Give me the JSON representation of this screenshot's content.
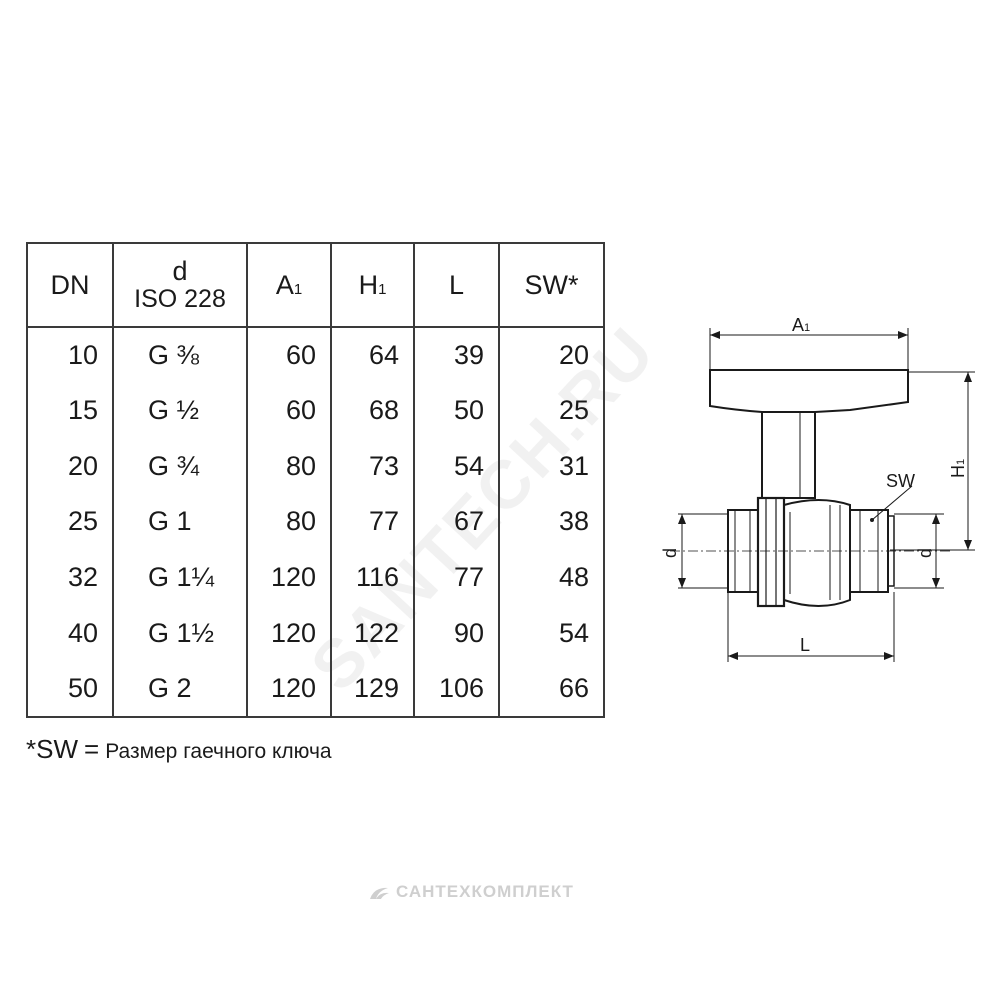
{
  "table": {
    "headers": {
      "dn": "DN",
      "d_top": "d",
      "d_bottom": "ISO 228",
      "a1_main": "A",
      "a1_sub": "1",
      "h1_main": "H",
      "h1_sub": "1",
      "l": "L",
      "sw": "SW*"
    },
    "rows": [
      {
        "dn": "10",
        "d": "G ⅜",
        "a1": "60",
        "h1": "64",
        "l": "39",
        "sw": "20"
      },
      {
        "dn": "15",
        "d": "G ½",
        "a1": "60",
        "h1": "68",
        "l": "50",
        "sw": "25"
      },
      {
        "dn": "20",
        "d": "G ¾",
        "a1": "80",
        "h1": "73",
        "l": "54",
        "sw": "31"
      },
      {
        "dn": "25",
        "d": "G 1",
        "a1": "80",
        "h1": "77",
        "l": "67",
        "sw": "38"
      },
      {
        "dn": "32",
        "d": "G 1¼",
        "a1": "120",
        "h1": "116",
        "l": "77",
        "sw": "48"
      },
      {
        "dn": "40",
        "d": "G 1½",
        "a1": "120",
        "h1": "122",
        "l": "90",
        "sw": "54"
      },
      {
        "dn": "50",
        "d": "G 2",
        "a1": "120",
        "h1": "129",
        "l": "106",
        "sw": "66"
      }
    ]
  },
  "footnote": {
    "key": "*SW",
    "equals": "=",
    "text": "Размер гаечного ключа"
  },
  "diagram": {
    "a1_main": "A",
    "a1_sub": "1",
    "h1_main": "H",
    "h1_sub": "1",
    "sw": "SW",
    "d_left": "d",
    "d_right": "d",
    "l": "L"
  },
  "watermark": "SANTECH.RU",
  "brand": "САНТЕХКОМПЛЕКТ"
}
